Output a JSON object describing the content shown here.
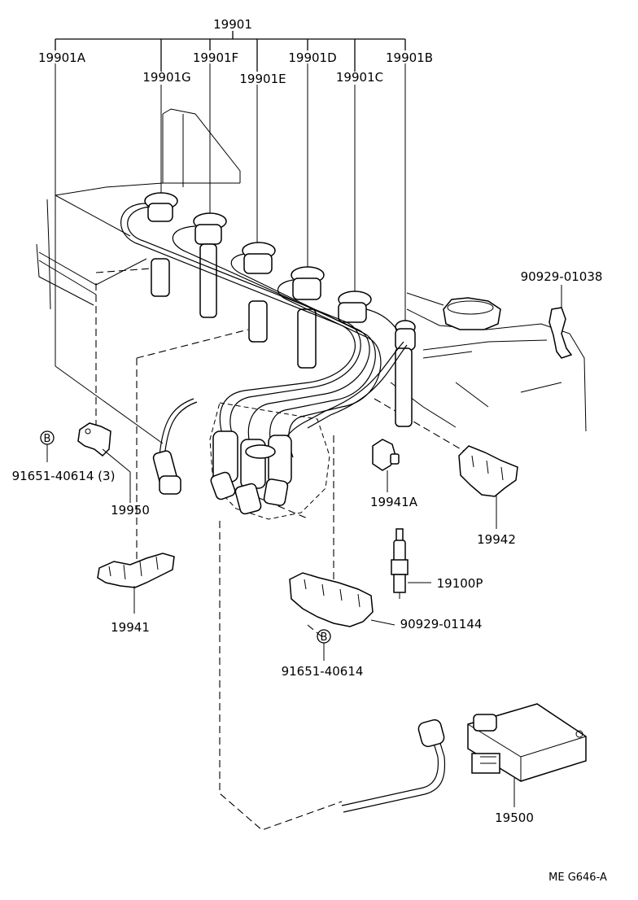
{
  "labels": {
    "p19901": "19901",
    "p19901a": "19901A",
    "p19901b": "19901B",
    "p19901c": "19901C",
    "p19901d": "19901D",
    "p19901e": "19901E",
    "p19901f": "19901F",
    "p19901g": "19901G",
    "p90929_01038": "90929-01038",
    "p91651_40614_3": "91651-40614 (3)",
    "p19950": "19950",
    "p19941a": "19941A",
    "p19942": "19942",
    "p19100p": "19100P",
    "p19941": "19941",
    "p90929_01144": "90929-01144",
    "p91651_40614": "91651-40614",
    "p19500": "19500",
    "bolt_symbol": "B",
    "drawing_code": "ME G646-A"
  },
  "icons": [
    "bolt-symbol-icon",
    "spark-plug-icon",
    "ignition-coil-icon",
    "distributor-icon",
    "wire-clamp-icon"
  ]
}
